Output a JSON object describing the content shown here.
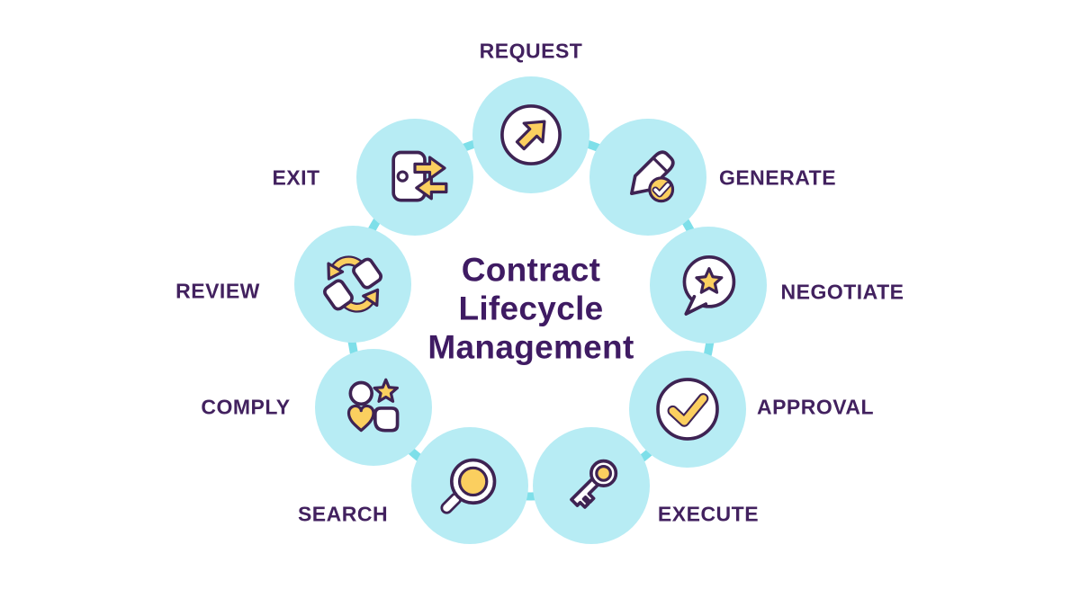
{
  "title": {
    "lines": [
      "Contract",
      "Lifecycle",
      "Management"
    ]
  },
  "stages": [
    {
      "label": "REQUEST",
      "icon": "arrow-up-right-icon"
    },
    {
      "label": "GENERATE",
      "icon": "pencil-check-icon"
    },
    {
      "label": "NEGOTIATE",
      "icon": "star-speech-bubble-icon"
    },
    {
      "label": "APPROVAL",
      "icon": "check-circle-icon"
    },
    {
      "label": "EXECUTE",
      "icon": "key-icon"
    },
    {
      "label": "SEARCH",
      "icon": "magnifier-icon"
    },
    {
      "label": "COMPLY",
      "icon": "shapes-grid-icon"
    },
    {
      "label": "REVIEW",
      "icon": "document-sync-icon"
    },
    {
      "label": "EXIT",
      "icon": "door-arrows-icon"
    }
  ],
  "colors": {
    "background": "#ffffff",
    "circle_fill": "#b7ecf4",
    "connector": "#7edfe9",
    "outline_purple": "#3e2353",
    "accent_yellow": "#fbcf5f",
    "label_text": "#42215f",
    "title_text": "#3f1b63"
  }
}
